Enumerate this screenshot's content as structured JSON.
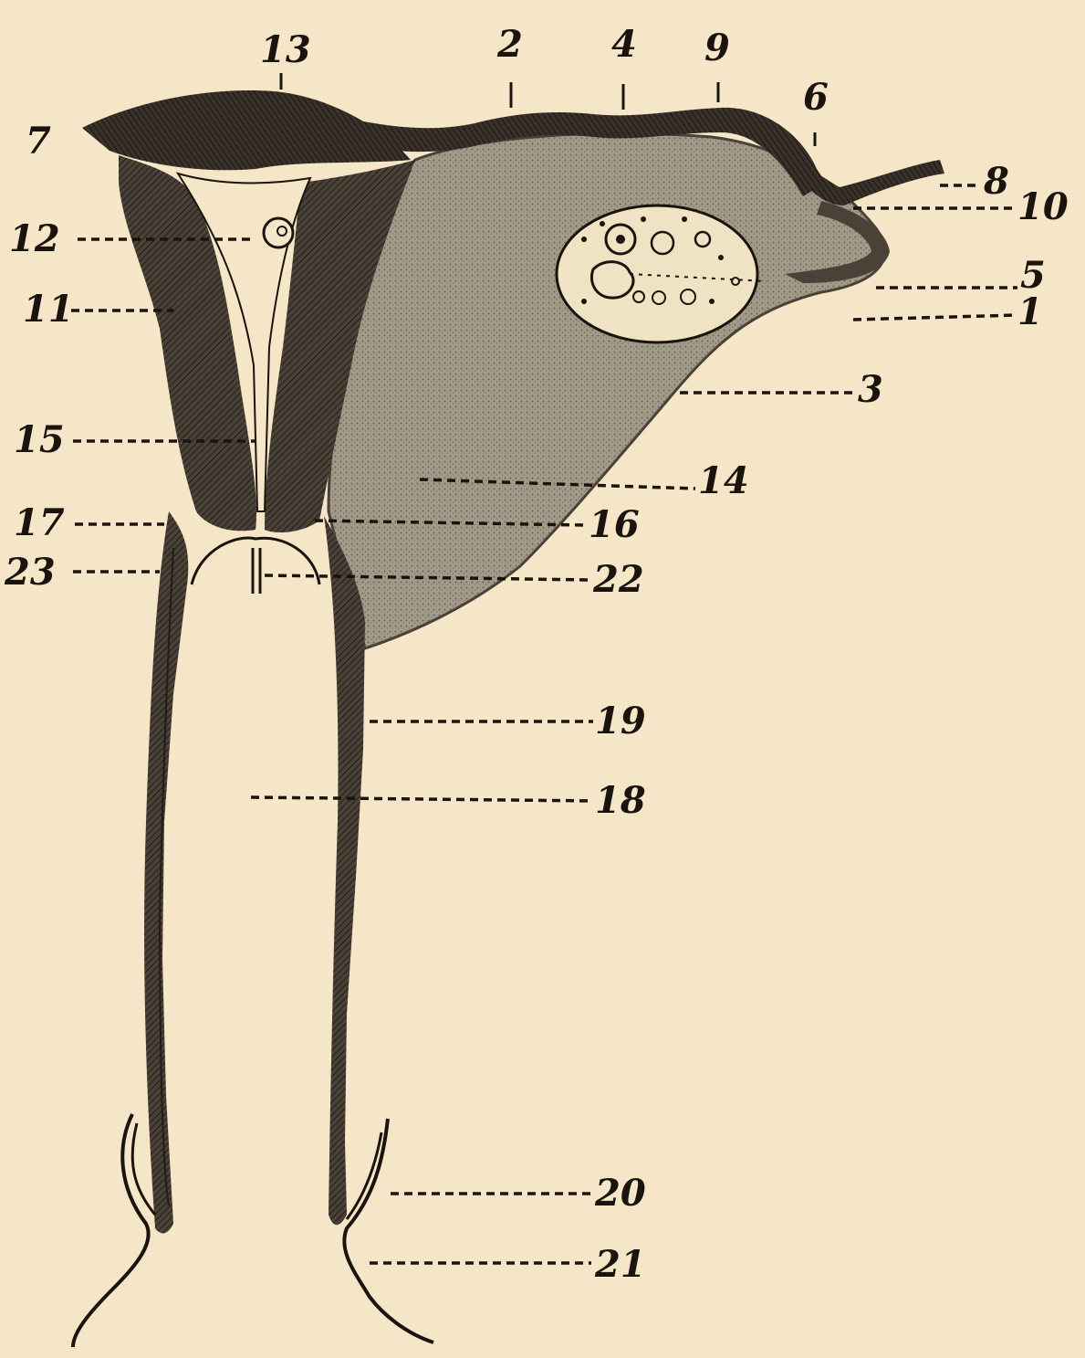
{
  "labels": {
    "l1": "1",
    "l2": "2",
    "l3": "3",
    "l4": "4",
    "l5": "5",
    "l6": "6",
    "l7": "7",
    "l8": "8",
    "l9": "9",
    "l10": "10",
    "l11": "11",
    "l12": "12",
    "l13": "13",
    "l14": "14",
    "l15": "15",
    "l16": "16",
    "l17": "17",
    "l18": "18",
    "l19": "19",
    "l20": "20",
    "l21": "21",
    "l22": "22",
    "l23": "23"
  },
  "colors": {
    "paper": "#f4e6c6",
    "ink": "#1a140e",
    "dark_tissue": "#3c342b",
    "medium_tissue": "#5b5147",
    "light_stipple": "#a39b8a",
    "ovoid_fill": "#efe3c3"
  }
}
